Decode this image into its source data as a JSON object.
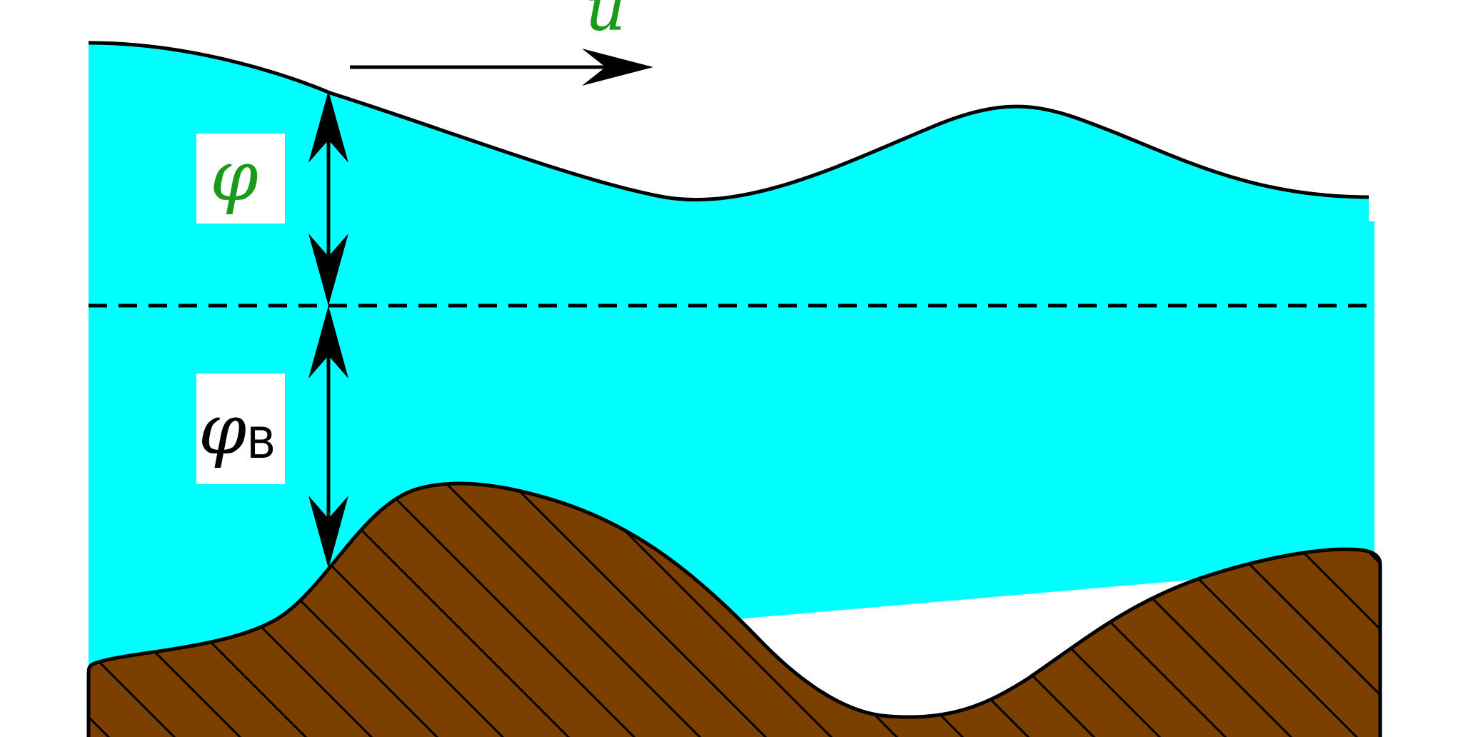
{
  "labels": {
    "velocity": "u",
    "perturbation": "φ",
    "base_symbol": "φ",
    "base_subscript": "B"
  },
  "colors": {
    "water": "#00ffff",
    "bed": "#7b3f00",
    "velocity_label": "#1a9a1a",
    "perturbation_label": "#1a9a1a",
    "base_label": "#000000",
    "line": "#000000",
    "label_box": "#ffffff"
  }
}
